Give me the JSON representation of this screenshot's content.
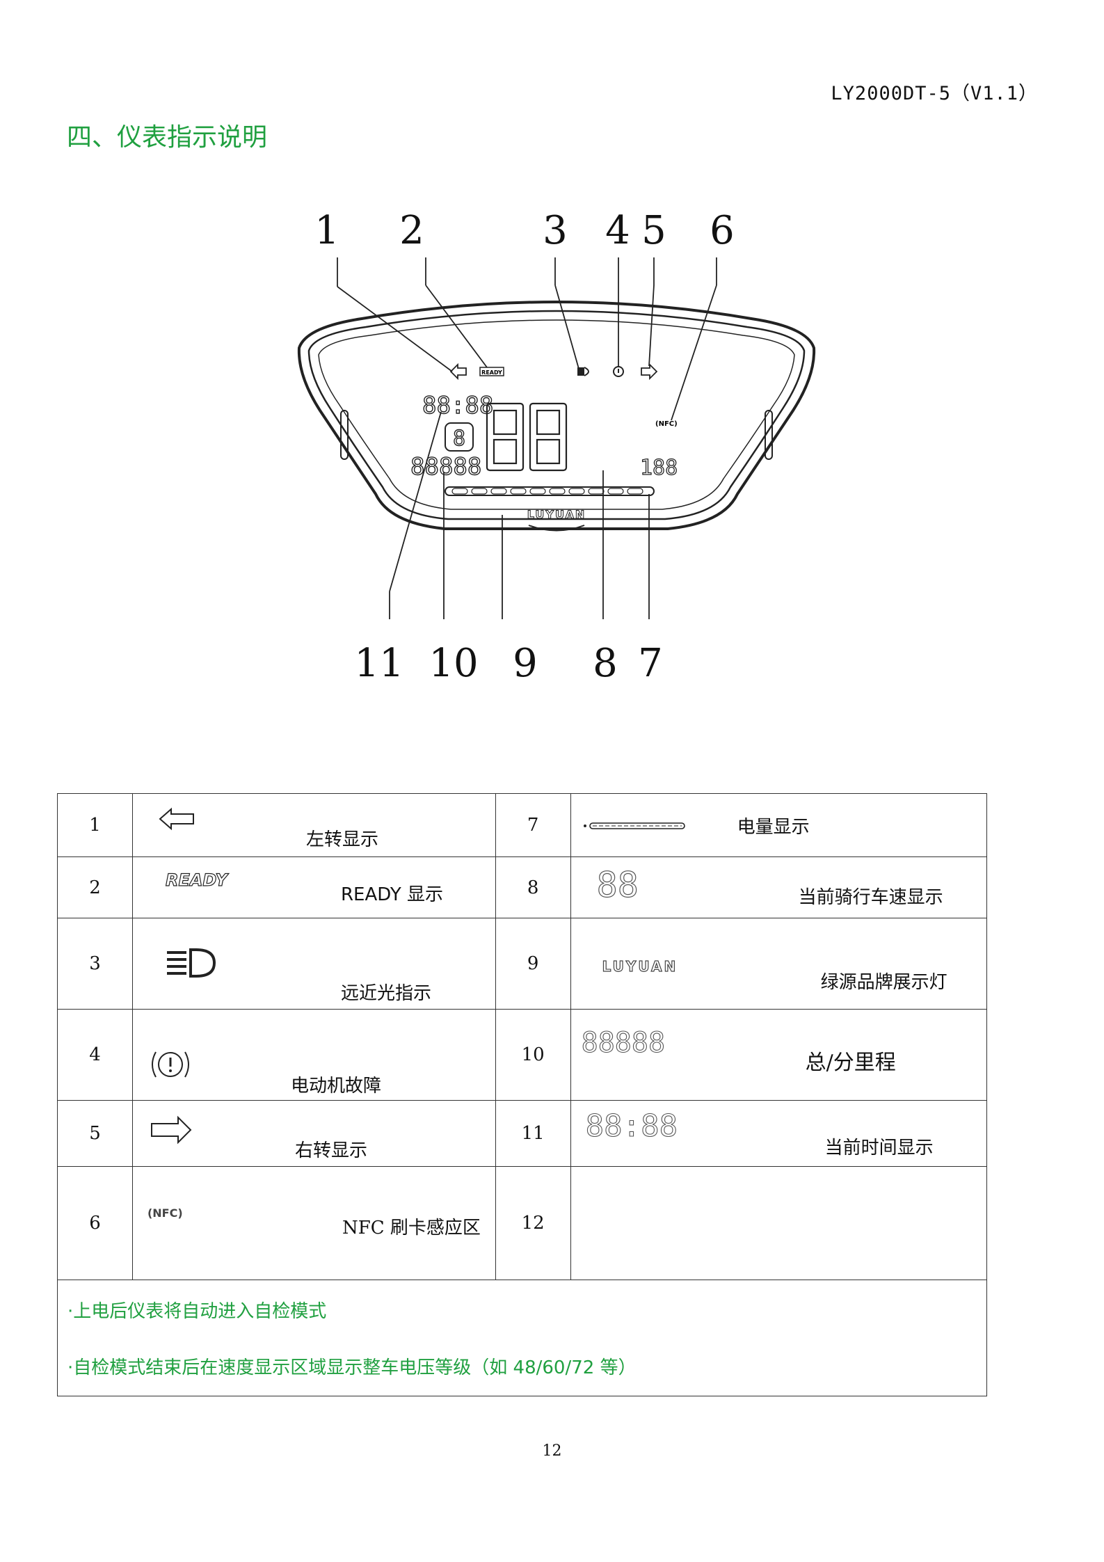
{
  "header": {
    "doc_code": "LY2000DT-5（V1.1）"
  },
  "section": {
    "title": "四、仪表指示说明"
  },
  "figure": {
    "top_labels": [
      "1",
      "2",
      "3",
      "4",
      "5",
      "6"
    ],
    "bottom_labels": [
      "11",
      "10",
      "9",
      "8",
      "7"
    ],
    "clock_digits": "88:88",
    "gear_digit": "8",
    "odometer_digits": "88888",
    "speed_digits": "88",
    "battery_digits": "188",
    "ready_text": "READY",
    "nfc_text": "(NFC)",
    "brand_text": "LUYUAN"
  },
  "table": {
    "rows": [
      {
        "left_num": "1",
        "left_desc": "左转显示",
        "left_icon": "left-arrow-icon",
        "right_num": "7",
        "right_desc": "电量显示",
        "right_icon": "battery-bar-icon"
      },
      {
        "left_num": "2",
        "left_desc": "READY 显示",
        "left_icon": "ready-text-icon",
        "right_num": "8",
        "right_desc": "当前骑行车速显示",
        "right_icon": "speed-digits-icon"
      },
      {
        "left_num": "3",
        "left_desc": "远近光指示",
        "left_icon": "headlight-icon",
        "right_num": "9",
        "right_desc": "绿源品牌展示灯",
        "right_icon": "luyuan-logo-icon"
      },
      {
        "left_num": "4",
        "left_desc": "电动机故障",
        "left_icon": "motor-fault-icon",
        "right_num": "10",
        "right_desc": "总/分里程",
        "right_icon": "odometer-digits-icon"
      },
      {
        "left_num": "5",
        "left_desc": "右转显示",
        "left_icon": "right-arrow-icon",
        "right_num": "11",
        "right_desc": "当前时间显示",
        "right_icon": "clock-digits-icon"
      },
      {
        "left_num": "6",
        "left_desc": "NFC 刷卡感应区",
        "left_icon": "nfc-icon",
        "right_num": "12",
        "right_desc": "",
        "right_icon": ""
      }
    ],
    "icon_text": {
      "ready": "READY",
      "nfc": "(NFC)",
      "luyuan": "LUYUAN",
      "speed": "88",
      "odo": "88888",
      "clock": "88:88"
    },
    "notes": [
      "·上电后仪表将自动进入自检模式",
      "·自检模式结束后在速度显示区域显示整车电压等级（如 48/60/72 等）"
    ]
  },
  "footer": {
    "page_number": "12"
  },
  "colors": {
    "accent_green": "#20a040",
    "text": "#111111",
    "border": "#333333"
  }
}
